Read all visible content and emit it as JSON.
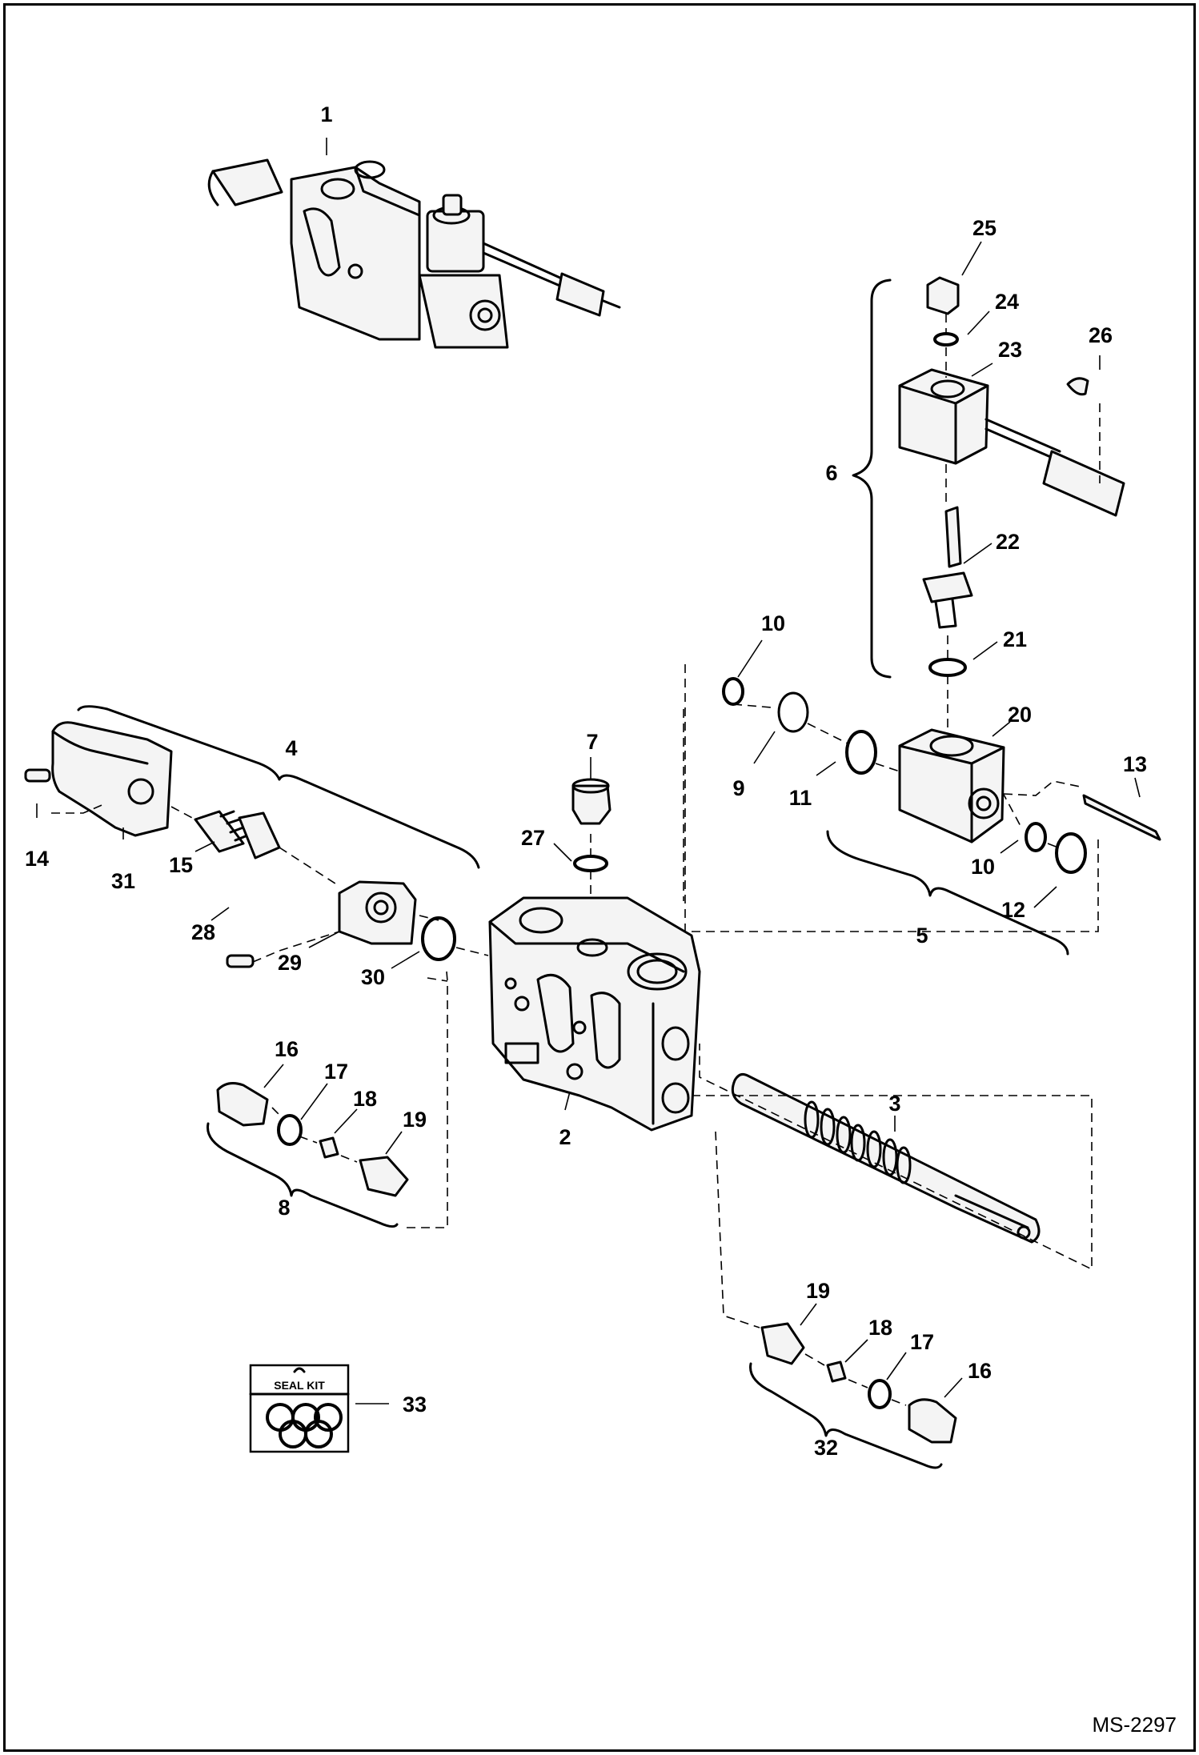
{
  "drawing_id": "MS-2297",
  "seal_kit_label": "SEAL KIT",
  "callouts": {
    "c1": "1",
    "c2": "2",
    "c3": "3",
    "c4": "4",
    "c5": "5",
    "c6": "6",
    "c7": "7",
    "c8": "8",
    "c9": "9",
    "c10a": "10",
    "c10b": "10",
    "c11": "11",
    "c12": "12",
    "c13": "13",
    "c14": "14",
    "c15": "15",
    "c16a": "16",
    "c16b": "16",
    "c17a": "17",
    "c17b": "17",
    "c18a": "18",
    "c18b": "18",
    "c19a": "19",
    "c19b": "19",
    "c20": "20",
    "c21": "21",
    "c22": "22",
    "c23": "23",
    "c24": "24",
    "c25": "25",
    "c26": "26",
    "c27": "27",
    "c28": "28",
    "c29": "29",
    "c30": "30",
    "c31": "31",
    "c32": "32",
    "c33": "33"
  }
}
